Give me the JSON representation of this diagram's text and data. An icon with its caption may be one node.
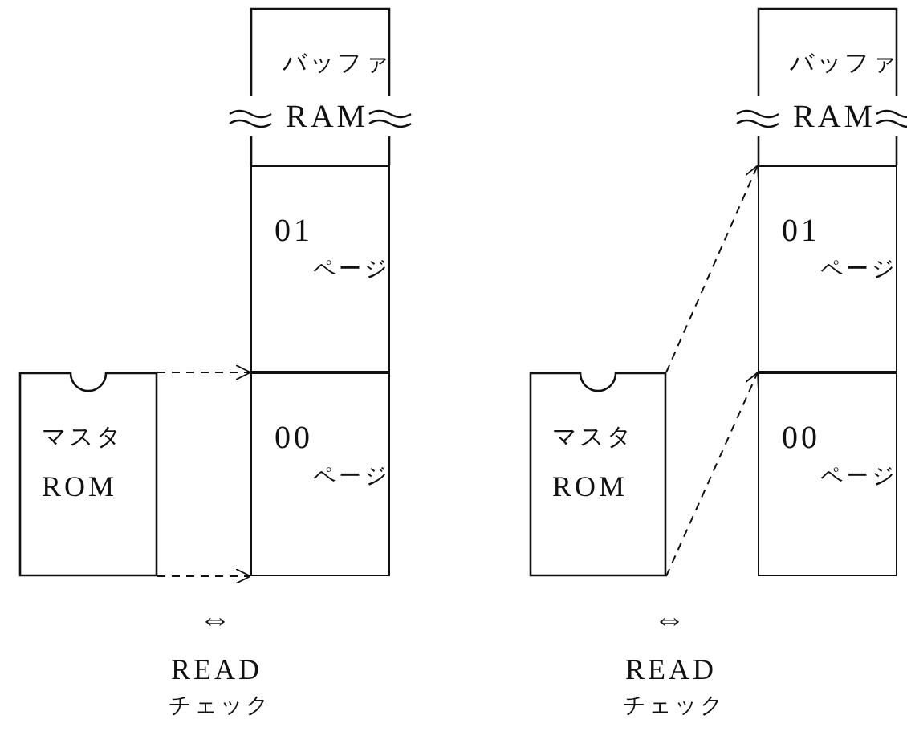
{
  "diagram": {
    "nodes": [
      {
        "text": [
          "バッファ",
          "RAM"
        ]
      },
      {
        "text": [
          "01",
          "ページ"
        ]
      },
      {
        "text": [
          "00",
          "ページ"
        ]
      },
      {
        "text": [
          "マスタ",
          "ROM"
        ]
      },
      {
        "text": [
          "バッファ",
          "RAM"
        ]
      },
      {
        "text": [
          "01",
          "ページ"
        ]
      },
      {
        "text": [
          "00",
          "ページ"
        ]
      },
      {
        "text": [
          "マスタ",
          "ROM"
        ]
      }
    ],
    "edges": [
      {
        "from": 3,
        "to": 2,
        "arrow": "to",
        "style": "dashed"
      },
      {
        "from": 3,
        "to": 2,
        "arrow": "to",
        "style": "dashed"
      },
      {
        "from": 7,
        "to": 5,
        "arrow": "to",
        "style": "dashed"
      },
      {
        "from": 7,
        "to": 5,
        "arrow": "to",
        "style": "dashed"
      }
    ],
    "labels": [
      "⇔",
      "READ",
      "チェック",
      "⇔",
      "READ",
      "チェック"
    ]
  }
}
